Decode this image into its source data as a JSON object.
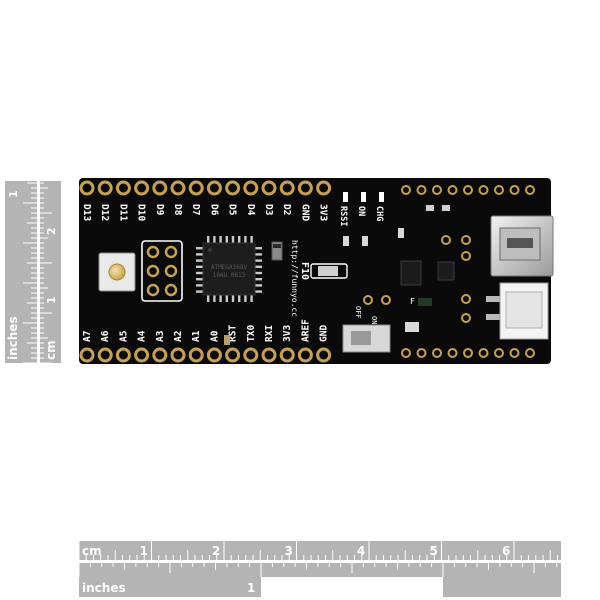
{
  "board": {
    "top_labels": [
      "D13",
      "D12",
      "D11",
      "D10",
      "D9",
      "D8",
      "D7",
      "D6",
      "D5",
      "D4",
      "D3",
      "D2",
      "GND",
      "3V3"
    ],
    "bottom_labels": [
      "A7",
      "A6",
      "A5",
      "A4",
      "A3",
      "A2",
      "A1",
      "A0",
      "RST",
      "TX0",
      "RXI",
      "3V3",
      "AREF",
      "GND"
    ],
    "marks": [
      "RSSI",
      "ON",
      "CHG"
    ],
    "url": "http://funnyo.cc",
    "model": "F10",
    "chip_line1": "ATMEGA168V",
    "chip_line2": "10AU 0813",
    "led_label": "F",
    "switch_on": "ON",
    "switch_off": "OFF"
  },
  "ruler_bottom": {
    "unit_top": "cm",
    "cm_numbers": [
      "1",
      "2",
      "3",
      "4",
      "5",
      "6"
    ],
    "unit_bottom": "inches",
    "inch_numbers": [
      "1"
    ]
  },
  "ruler_left": {
    "unit_inches": "inches",
    "inch_numbers": [
      "1"
    ],
    "unit_cm": "cm",
    "cm_numbers": [
      "1",
      "2"
    ]
  },
  "colors": {
    "pcb": "#0a0a0a",
    "silkscreen": "#ffffff",
    "ruler": "#b4b4b4",
    "gold": "#c8a24a"
  }
}
